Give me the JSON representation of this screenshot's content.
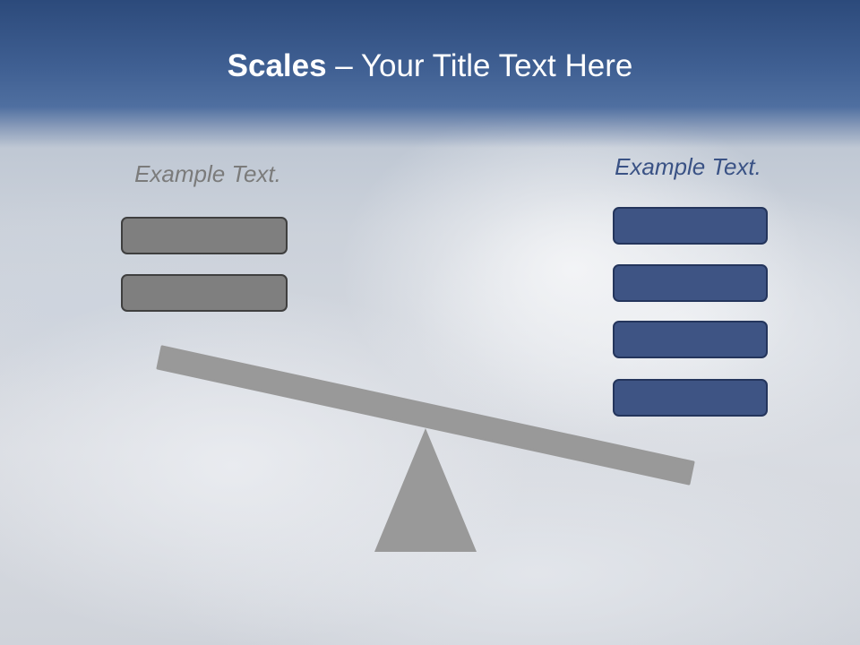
{
  "slide": {
    "title_bold": "Scales",
    "title_rest": " – Your Title Text Here",
    "left_caption": "Example Text.",
    "right_caption": "Example Text.",
    "left_boxes": [
      "",
      ""
    ],
    "right_boxes": [
      "",
      "",
      "",
      ""
    ]
  },
  "colors": {
    "title_band": "#3f5f92",
    "left_box_fill": "#7f7f7f",
    "right_box_fill": "#3e5484",
    "beam": "#999999",
    "fulcrum": "#999999"
  }
}
